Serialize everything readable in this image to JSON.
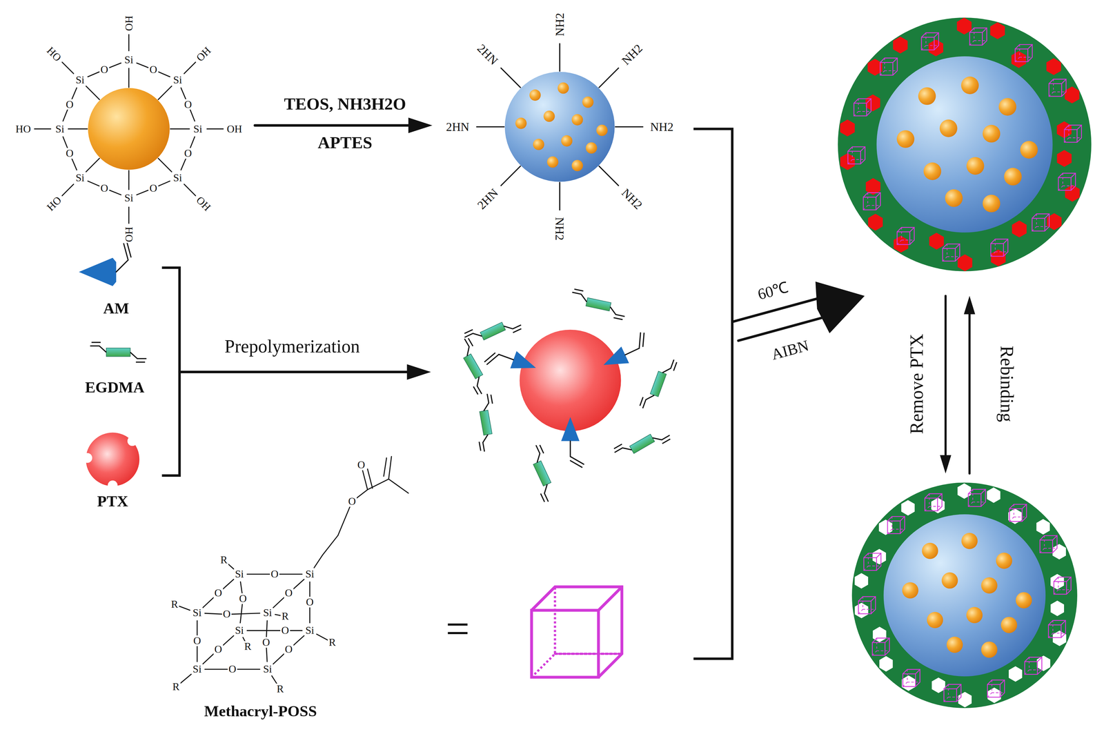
{
  "diagram": {
    "labels": [
      "TEOS, NH3H2O",
      "APTES",
      "AM",
      "EGDMA",
      "PTX",
      "Prepolymerization",
      "60℃",
      "AIBN",
      "Remove PTX",
      "Rebinding",
      "Methacryl-POSS",
      "=",
      "NH2",
      "NH2",
      "NH2",
      "NH2",
      "NH2",
      "2HN",
      "2HN",
      "2HN",
      "OH",
      "OH",
      "OH",
      "OH",
      "HO",
      "HO",
      "HO",
      "HO",
      "Si",
      "Si",
      "Si",
      "Si",
      "Si",
      "Si",
      "Si",
      "Si",
      "O",
      "O",
      "O",
      "O",
      "O",
      "O",
      "O",
      "O",
      "Si",
      "Si",
      "Si",
      "Si",
      "Si",
      "Si",
      "Si",
      "Si",
      "O",
      "O",
      "O",
      "O",
      "O",
      "O",
      "O",
      "O",
      "O",
      "O",
      "O",
      "O",
      "O",
      "O",
      "R",
      "R",
      "R",
      "R",
      "R",
      "R",
      "R"
    ]
  }
}
